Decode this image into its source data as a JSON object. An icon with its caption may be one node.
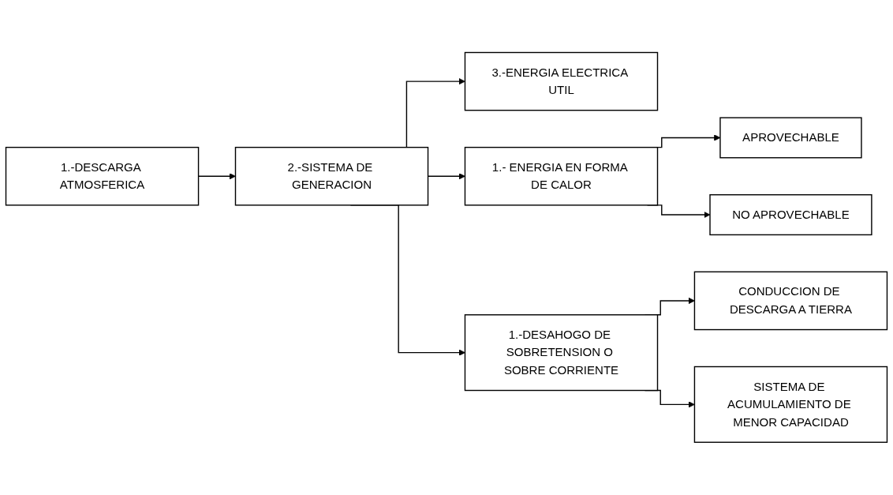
{
  "diagram": {
    "nodes": [
      {
        "text": [
          "1.-DESCARGA ATMOSFERICA"
        ]
      },
      {
        "text": [
          "2.-SISTEMA DE GENERACION"
        ]
      },
      {
        "text": [
          "3.-ENERGIA ELECTRICA UTIL"
        ]
      },
      {
        "text": [
          "1.- ENERGIA EN FORMA DE CALOR"
        ]
      },
      {
        "text": [
          "APROVECHABLE"
        ]
      },
      {
        "text": [
          "NO APROVECHABLE"
        ]
      },
      {
        "text": [
          "1.-DESAHOGO DE SOBRETENSION O SOBRE CORRIENTE"
        ]
      },
      {
        "text": [
          "CONDUCCION DE DESCARGA A TIERRA"
        ]
      },
      {
        "text": [
          "SISTEMA DE ACUMULAMIENTO DE MENOR CAPACIDAD"
        ]
      }
    ],
    "edges": [
      {
        "from": 0,
        "to": 1,
        "arrow": "to"
      },
      {
        "from": 1,
        "to": 2,
        "arrow": "to"
      },
      {
        "from": 1,
        "to": 3,
        "arrow": "to"
      },
      {
        "from": 1,
        "to": 6,
        "arrow": "to"
      },
      {
        "from": 3,
        "to": 4,
        "arrow": "to"
      },
      {
        "from": 3,
        "to": 5,
        "arrow": "to"
      },
      {
        "from": 6,
        "to": 7,
        "arrow": "to"
      },
      {
        "from": 6,
        "to": 8,
        "arrow": "to"
      }
    ]
  }
}
